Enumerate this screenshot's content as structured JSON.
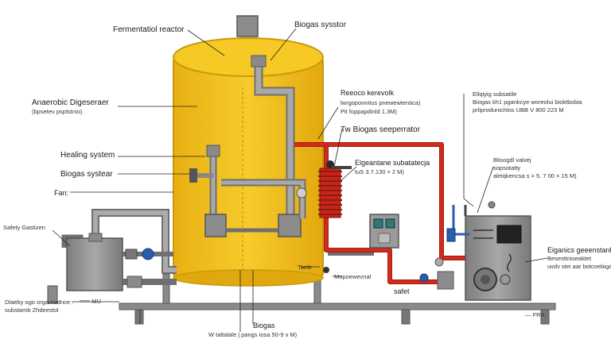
{
  "labels": {
    "fermentation_reactor": "Fermentatiol reactor",
    "biogas_system_top": "Biogas sysstor",
    "anaerobic_line1": "Anaerobic Digeseraer",
    "anaerobic_line2": "(bpsetev psptstnio)",
    "heating_system": "Healing system",
    "biogas_system_left": "Biogas systear",
    "fan": "Fan:",
    "safety_left": "Safety Gastizen",
    "bottom_left_line1": "Dlaeby ogo orgarnodnce   .",
    "bottom_left_line2": "substamb Zhdeestol",
    "reactor_info_line1": "Reeoco kerevolk",
    "reactor_info_line2": "lwrgoponnitus pnewewtentica)",
    "reactor_info_line3": "Pit foppapdinld 1.3M)",
    "separator": "Tw Biogas seeperrator",
    "substance_line1": "Elgeantane subatatecja",
    "substance_line2": "tuS 3.7.130 × 2 M)",
    "right_top_line1": "Ellqiyig subsatile",
    "right_top_line2": "Biogas kh1 pgankcye woreolui bioktbobia",
    "right_top_line3": "prliprodunichlos UBB V 800 223 M",
    "valve_line1": "Blisogdl valvej",
    "valve_line2": "sopsotatty",
    "valve_line3": "aleiqkencsa s = 5. 7 00 × 15 M)",
    "generator_line1": "Eiganics geeenstanl",
    "generator_line2": "Besesttniseaktet",
    "generator_line3": "uvdv stei aar botcoebiga",
    "biogas_bottom": "Biogas",
    "bottom_center": "W taltalale | pangs iosa 50-9 x M)",
    "mid_tag": "Taeltr",
    "mid_label": "Mopoewevnal",
    "safety_bottom": "safet   ",
    "meter_tag": "=== MU",
    "bottom_tag": "— FRA"
  },
  "colors": {
    "tank_fill": "#f5c21b",
    "tank_stroke": "#c89a0a",
    "pipe_red": "#d42a1c",
    "pipe_gray": "#9a9a9a",
    "pipe_blue": "#2a5dae",
    "equipment_gray": "#8c8c8c",
    "frame_gray": "#7a7a7a"
  }
}
